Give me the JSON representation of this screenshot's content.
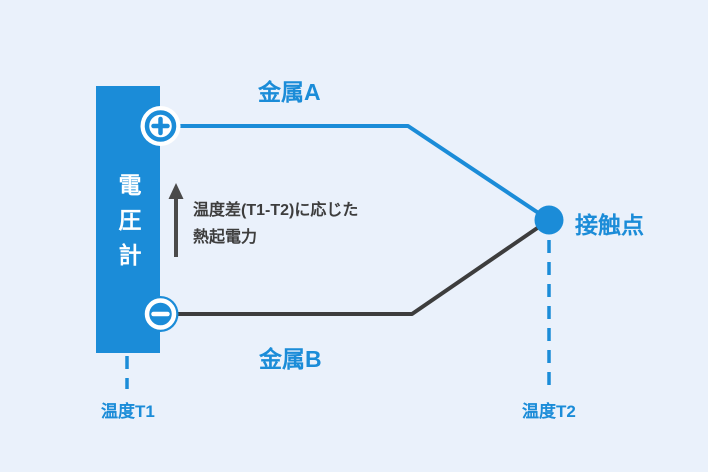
{
  "diagram": {
    "voltmeter": {
      "label": "電圧計",
      "plus_symbol": "+",
      "minus_symbol": "−"
    },
    "wires": {
      "metal_a_label": "金属A",
      "metal_b_label": "金属B"
    },
    "junction": {
      "label": "接触点"
    },
    "emf_note": {
      "line1": "温度差(T1-T2)に応じた",
      "line2": "熱起電力"
    },
    "temperatures": {
      "t1_label": "温度T1",
      "t2_label": "温度T2"
    }
  },
  "icons": {
    "plus_terminal": "plus-icon",
    "minus_terminal": "minus-icon",
    "emf_arrow": "arrow-up-icon",
    "junction_point": "junction-dot"
  },
  "colors": {
    "background": "#eaf1fb",
    "primary_blue": "#1b8cd8",
    "wire_dark": "#3d3d3d",
    "arrow_gray": "#4a4a4a",
    "text_dark": "#3d3d3d",
    "terminal_white": "#ffffff"
  }
}
